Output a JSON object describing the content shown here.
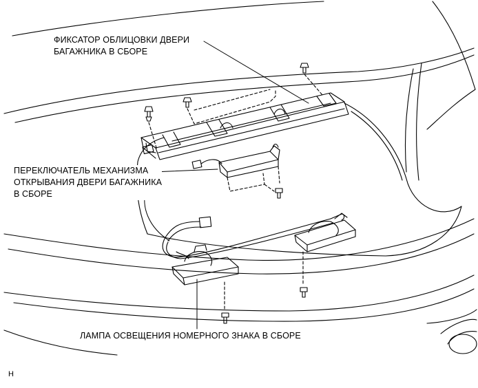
{
  "callouts": {
    "garnish_retainer": [
      "ФИКСАТОР ОБЛИЦОВКИ ДВЕРИ",
      "БАГАЖНИКА В СБОРЕ"
    ],
    "opener_switch": [
      "ПЕРЕКЛЮЧАТЕЛЬ МЕХАНИЗМА",
      "ОТКРЫВАНИЯ ДВЕРИ БАГАЖНИКА",
      "В СБОРЕ"
    ],
    "license_lamp": [
      "ЛАМПА ОСВЕЩЕНИЯ НОМЕРНОГО ЗНАКА В СБОРЕ"
    ]
  },
  "figure_code": "H"
}
